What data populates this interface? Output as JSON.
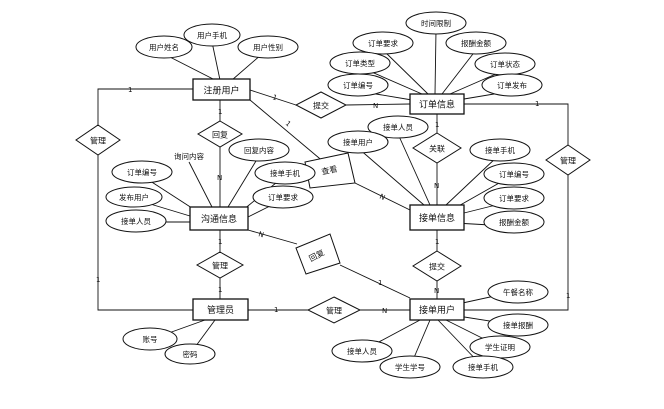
{
  "entities": {
    "user": "注册用户",
    "order": "订单信息",
    "grab": "接单信息",
    "comm": "沟通信息",
    "admin": "管理员",
    "taker": "接单用户"
  },
  "attributes": {
    "user": [
      "用户姓名",
      "用户手机",
      "用户性别"
    ],
    "order": [
      "时间限制",
      "订单要求",
      "报酬金额",
      "订单类型",
      "订单状态",
      "订单编号",
      "订单发布"
    ],
    "grab": [
      "接单人员",
      "接单用户",
      "接单手机",
      "订单编号",
      "订单要求",
      "报酬金额"
    ],
    "comm": [
      "询问内容",
      "回复内容",
      "订单编号",
      "发布用户",
      "接单手机",
      "接单人员",
      "订单要求"
    ],
    "admin": [
      "账号",
      "密码"
    ],
    "taker": [
      "午餐名称",
      "接单报酬",
      "学生证明",
      "接单手机",
      "学生学号",
      "接单人员"
    ]
  },
  "relationships": {
    "submit1": "提交",
    "reply": "回复",
    "manage_left": "管理",
    "manage_right": "管理",
    "related": "关联",
    "view": "查看",
    "manage_comm": "管理",
    "reply2": "回复",
    "manage_taker": "管理",
    "submit2": "提交"
  },
  "cardinalities": {
    "user_submit": "1",
    "submit_order": "N",
    "order_related": "1",
    "related_grab": "N",
    "user_manage_left": "1",
    "admin_manage_left": "1",
    "order_manage_right": "1",
    "taker_manage_right": "1",
    "user_reply": "1",
    "reply_comm": "N",
    "user_view": "1",
    "view_grab": "N",
    "comm_reply2": "N",
    "reply2_taker": "1",
    "admin_manage": "1",
    "manage_taker": "N",
    "grab_submit2": "1",
    "submit2_taker": "N",
    "comm_manage": "1",
    "manage_admin": "1"
  }
}
